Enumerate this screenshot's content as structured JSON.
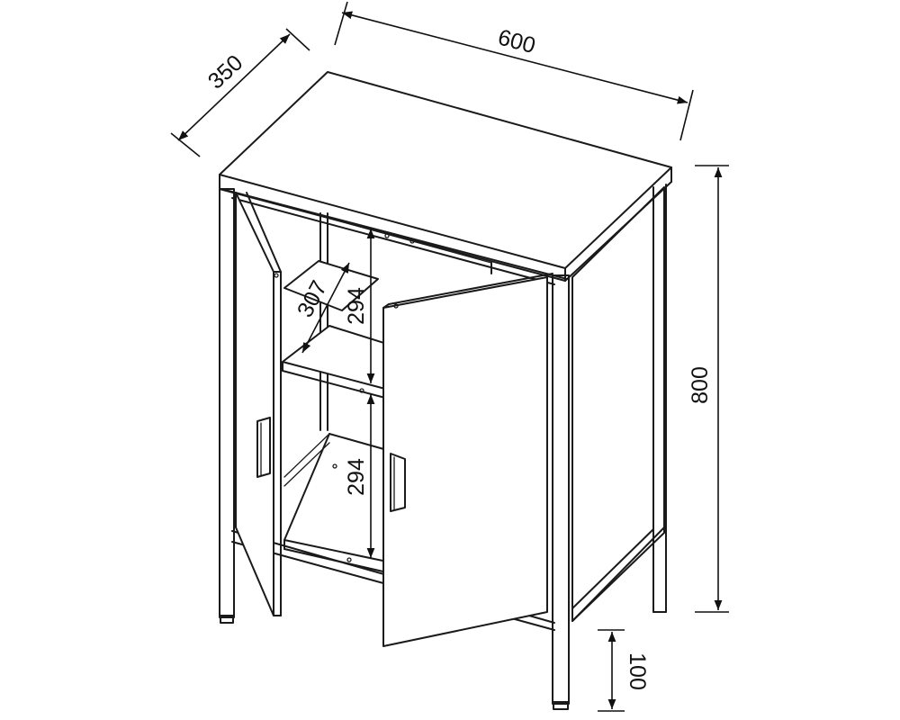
{
  "dimensions": {
    "width": "600",
    "depth": "350",
    "height": "800",
    "leg_height": "100",
    "shelf_depth": "307",
    "upper_compartment": "294",
    "lower_compartment": "294"
  },
  "colors": {
    "line": "#1a1a1a",
    "background": "#ffffff"
  }
}
